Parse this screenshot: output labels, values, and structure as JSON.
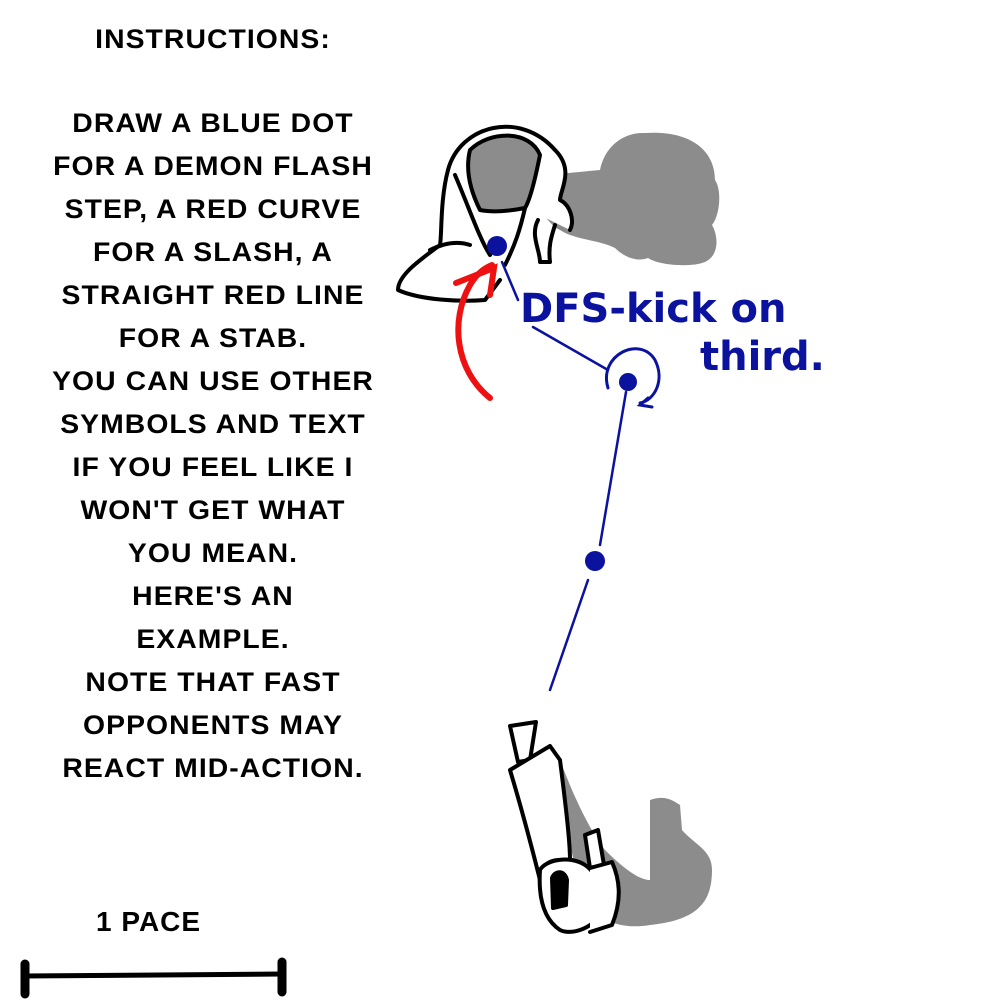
{
  "instructions": {
    "title": "Instructions:",
    "lines": [
      "Draw a blue dot",
      "for a demon flash",
      "step, a red curve",
      "for a slash, a",
      "straight red line",
      "for a stab.",
      "You can use other",
      "symbols and text",
      "if you feel like I",
      "won't get what",
      "you mean.",
      "Here's an",
      "example.",
      "Note that fast",
      "opponents may",
      "react mid-action."
    ]
  },
  "scale": {
    "label": "1 pace"
  },
  "annotation": {
    "line1": "DFS-kick on",
    "line2": "third."
  },
  "colors": {
    "blue": "#0a129e",
    "red": "#ee1111",
    "shadow": "#8c8c8c"
  }
}
